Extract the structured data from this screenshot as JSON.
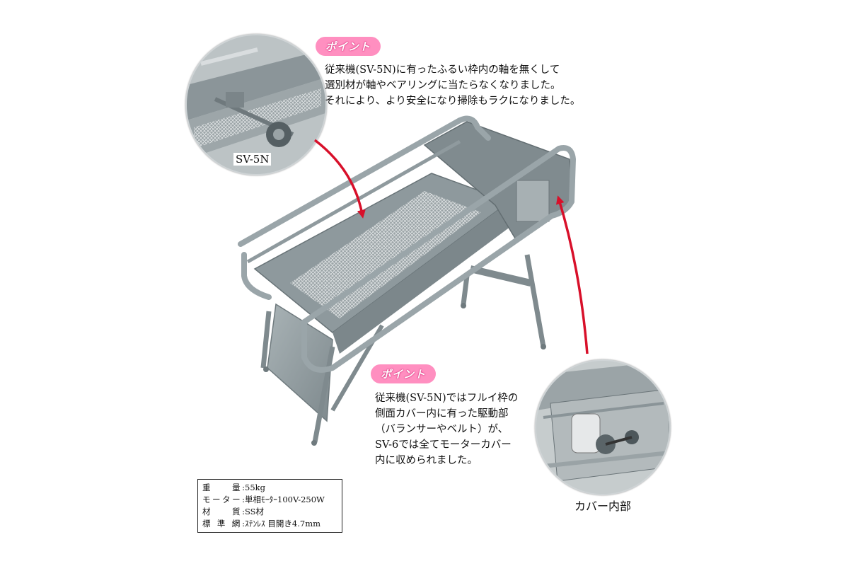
{
  "points": {
    "top": {
      "badge": "ポイント",
      "lines": [
        "従来機(SV-5N)に有ったふるい枠内の軸を無くして",
        "選別材が軸やベアリングに当たらなくなりました。",
        "それにより、より安全になり掃除もラクになりました。"
      ]
    },
    "bottom": {
      "badge": "ポイント",
      "lines": [
        "従来機(SV-5N)ではフルイ枠の",
        "側面カバー内に有った駆動部",
        "（バランサーやベルト）が、",
        "SV-6では全てモーターカバー",
        "内に収められました。"
      ]
    }
  },
  "captions": {
    "left_circle": "SV-5N",
    "right_circle": "カバー内部"
  },
  "specs": [
    {
      "label": "重　　量:",
      "value": "55kg"
    },
    {
      "label": "モーター:",
      "value": "単相ﾓｰﾀｰ100V-250W"
    },
    {
      "label": "材　　質:",
      "value": "SS材"
    },
    {
      "label": "標 準 網:",
      "value": "ｽﾃﾝﾚｽ 目開き4.7mm"
    }
  ],
  "colors": {
    "arrow": "#d8102a",
    "machine": "#8f9a9e",
    "badge": "#ff8fc0"
  }
}
